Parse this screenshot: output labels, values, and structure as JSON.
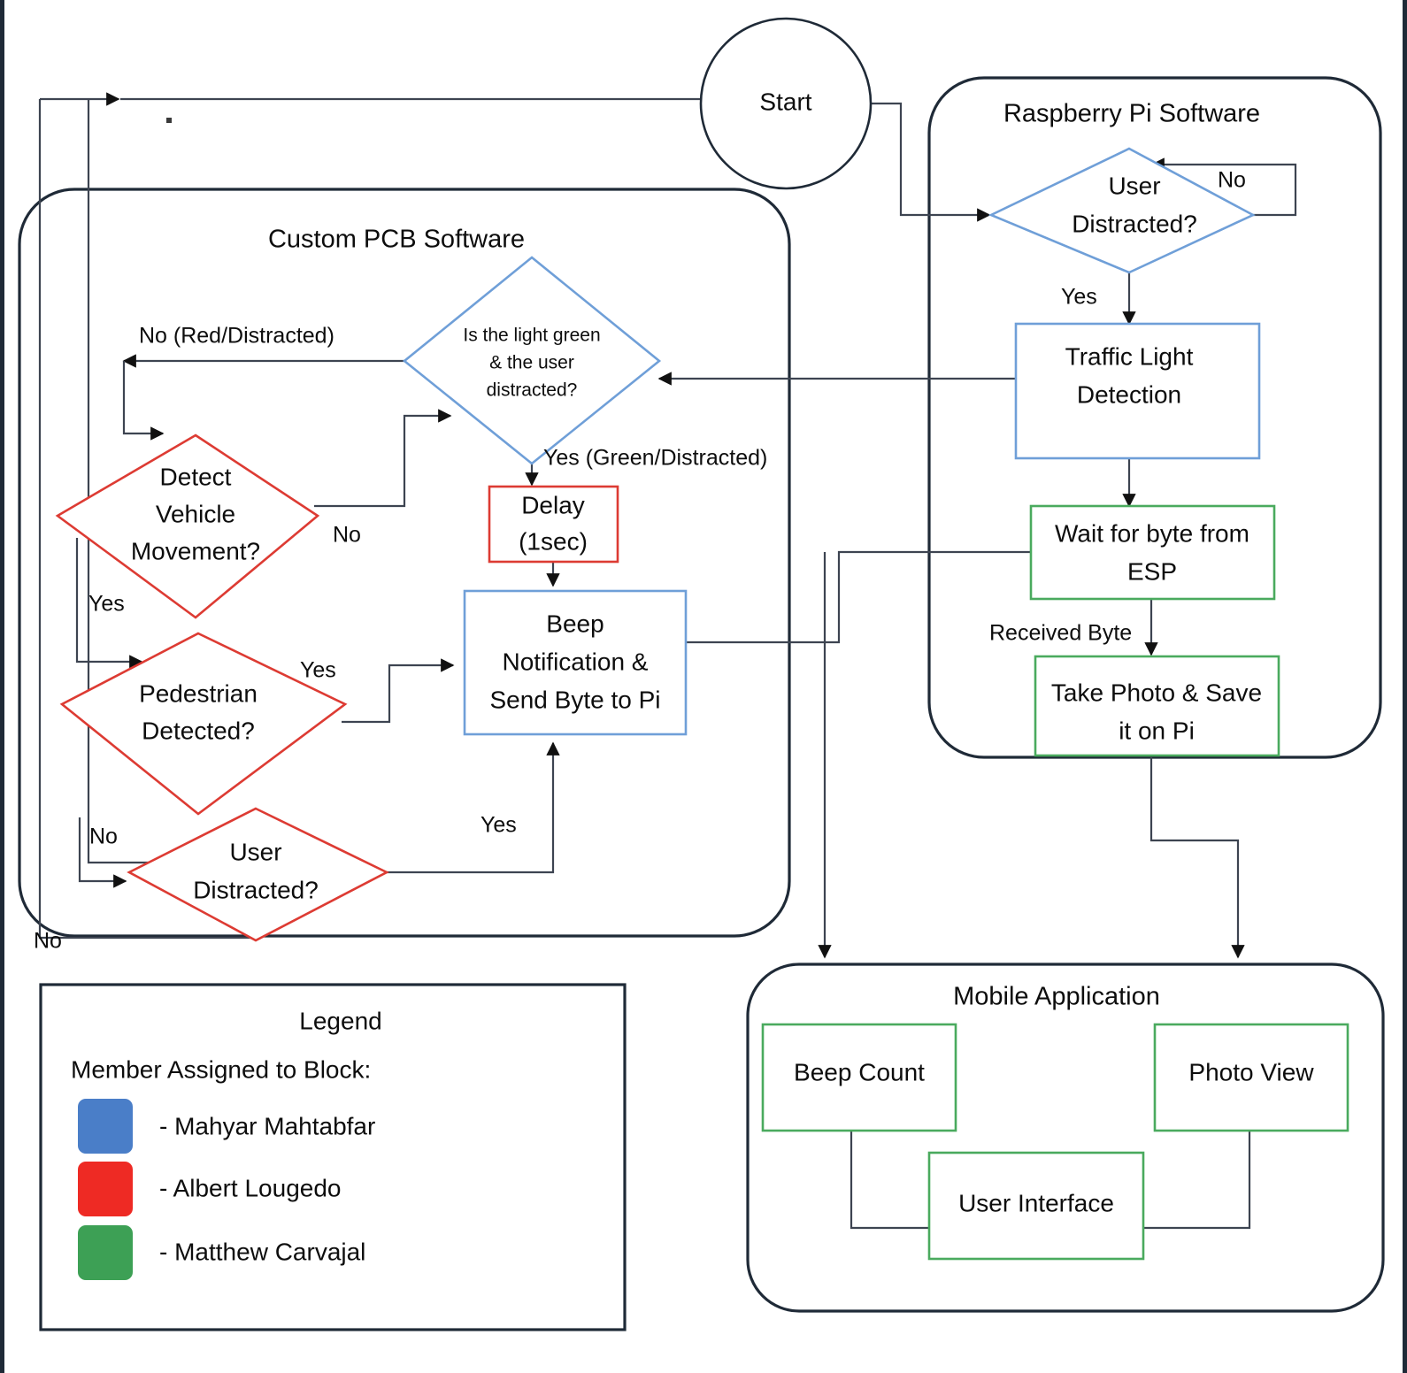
{
  "diagram": {
    "title_hidden": "System Architecture Flowchart",
    "start_node": {
      "label": "Start"
    },
    "groups": {
      "pcb": {
        "title": "Custom PCB Software"
      },
      "rpi": {
        "title": "Raspberry Pi Software"
      },
      "mobile": {
        "title": "Mobile Application"
      }
    },
    "nodes": {
      "light_check": {
        "line1": "Is the light green",
        "line2": "& the user",
        "line3": "distracted?",
        "owner_color": "#6f9fd8"
      },
      "delay": {
        "line1": "Delay",
        "line2": "(1sec)",
        "owner_color": "#dd3b33"
      },
      "beep": {
        "line1": "Beep",
        "line2": "Notification &",
        "line3": "Send Byte to Pi",
        "owner_color": "#6f9fd8"
      },
      "detect_vehicle": {
        "line1": "Detect",
        "line2": "Vehicle",
        "line3": "Movement?",
        "owner_color": "#dd3b33"
      },
      "pedestrian": {
        "line1": "Pedestrian",
        "line2": "Detected?",
        "owner_color": "#dd3b33"
      },
      "user_distracted_pcb": {
        "line1": "User",
        "line2": "Distracted?",
        "owner_color": "#dd3b33"
      },
      "user_distracted_pi": {
        "line1": "User",
        "line2": "Distracted?",
        "owner_color": "#6f9fd8"
      },
      "traffic_light": {
        "line1": "Traffic Light",
        "line2": "Detection",
        "owner_color": "#6f9fd8"
      },
      "wait_byte": {
        "line1": "Wait for byte from",
        "line2": "ESP",
        "owner_color": "#4aaa5e"
      },
      "take_photo": {
        "line1": "Take Photo & Save",
        "line2": "it on Pi",
        "owner_color": "#4aaa5e"
      },
      "beep_count": {
        "line1": "Beep Count",
        "owner_color": "#4aaa5e"
      },
      "photo_view": {
        "line1": "Photo View",
        "owner_color": "#4aaa5e"
      },
      "user_interface": {
        "line1": "User Interface",
        "owner_color": "#4aaa5e"
      }
    },
    "edge_labels": {
      "no_red_distracted": "No (Red/Distracted)",
      "yes_green_distracted": "Yes (Green/Distracted)",
      "detect_vehicle_no": "No",
      "detect_vehicle_yes": "Yes",
      "pedestrian_yes": "Yes",
      "pedestrian_no": "No",
      "user_distracted_yes": "Yes",
      "outer_loop_no": "No",
      "pi_no": "No",
      "pi_yes": "Yes",
      "received_byte": "Received Byte"
    },
    "legend": {
      "title": "Legend",
      "subtitle": "Member Assigned to Block:",
      "items": [
        {
          "color": "#4a7ec8",
          "label": "- Mahyar Mahtabfar"
        },
        {
          "color": "#ee2a24",
          "label": "- Albert Lougedo"
        },
        {
          "color": "#3da055",
          "label": "- Matthew Carvajal"
        }
      ]
    }
  }
}
